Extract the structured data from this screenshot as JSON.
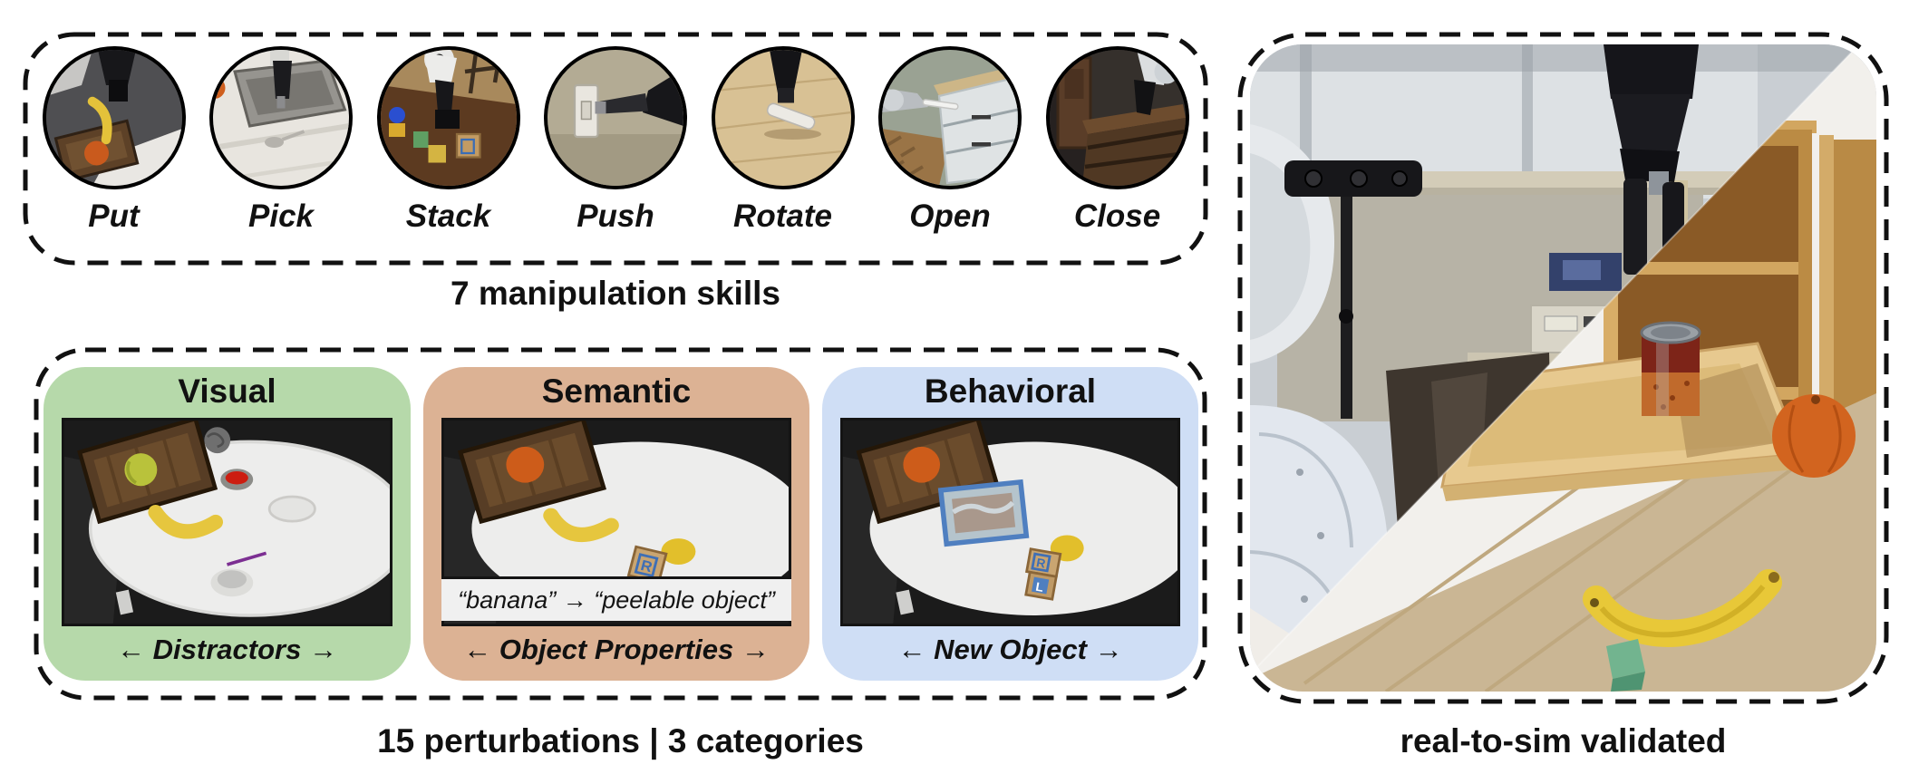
{
  "skills_box": {
    "caption": "7 manipulation skills",
    "items": [
      {
        "label": "Put"
      },
      {
        "label": "Pick"
      },
      {
        "label": "Stack"
      },
      {
        "label": "Push"
      },
      {
        "label": "Rotate"
      },
      {
        "label": "Open"
      },
      {
        "label": "Close"
      }
    ]
  },
  "perturbations_box": {
    "caption": "15 perturbations | 3 categories",
    "categories": [
      {
        "title": "Visual",
        "caption": "← Distractors →",
        "color": "#b6d9aa"
      },
      {
        "title": "Semantic",
        "caption": "← Object Properties →",
        "color": "#dcb294",
        "overlay_text": "“banana” → “peelable object”"
      },
      {
        "title": "Behavioral",
        "caption": "← New Object →",
        "color": "#cfdef5"
      }
    ]
  },
  "real_to_sim_box": {
    "caption": "real-to-sim validated"
  },
  "scene_text": {
    "block_letter_r": "R",
    "block_letter_l": "L"
  },
  "colors": {
    "dash_border": "#111111",
    "image_frame": "#141414"
  }
}
